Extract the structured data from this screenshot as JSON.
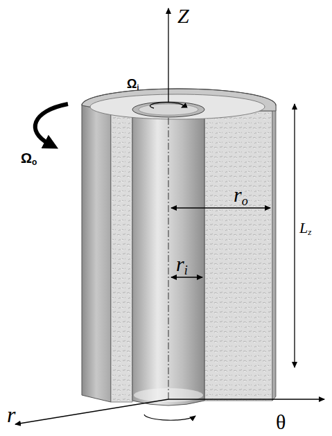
{
  "diagram": {
    "labels": [
      "Z",
      "Ωi",
      "Ωo",
      "ro",
      "ri",
      "Lz",
      "r",
      "θ"
    ]
  }
}
